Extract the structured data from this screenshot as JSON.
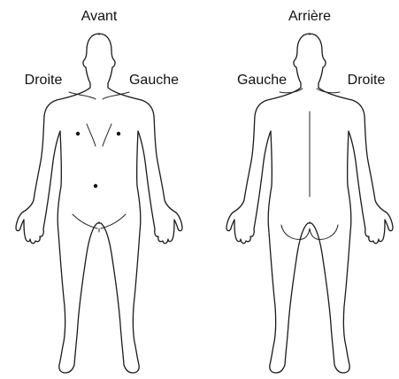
{
  "front": {
    "title": "Avant",
    "side_right": "Droite",
    "side_left": "Gauche"
  },
  "back": {
    "title": "Arrière",
    "side_left": "Gauche",
    "side_right": "Droite"
  },
  "colors": {
    "outline": "#1a1a1a",
    "text": "#111111",
    "background": "#ffffff"
  }
}
